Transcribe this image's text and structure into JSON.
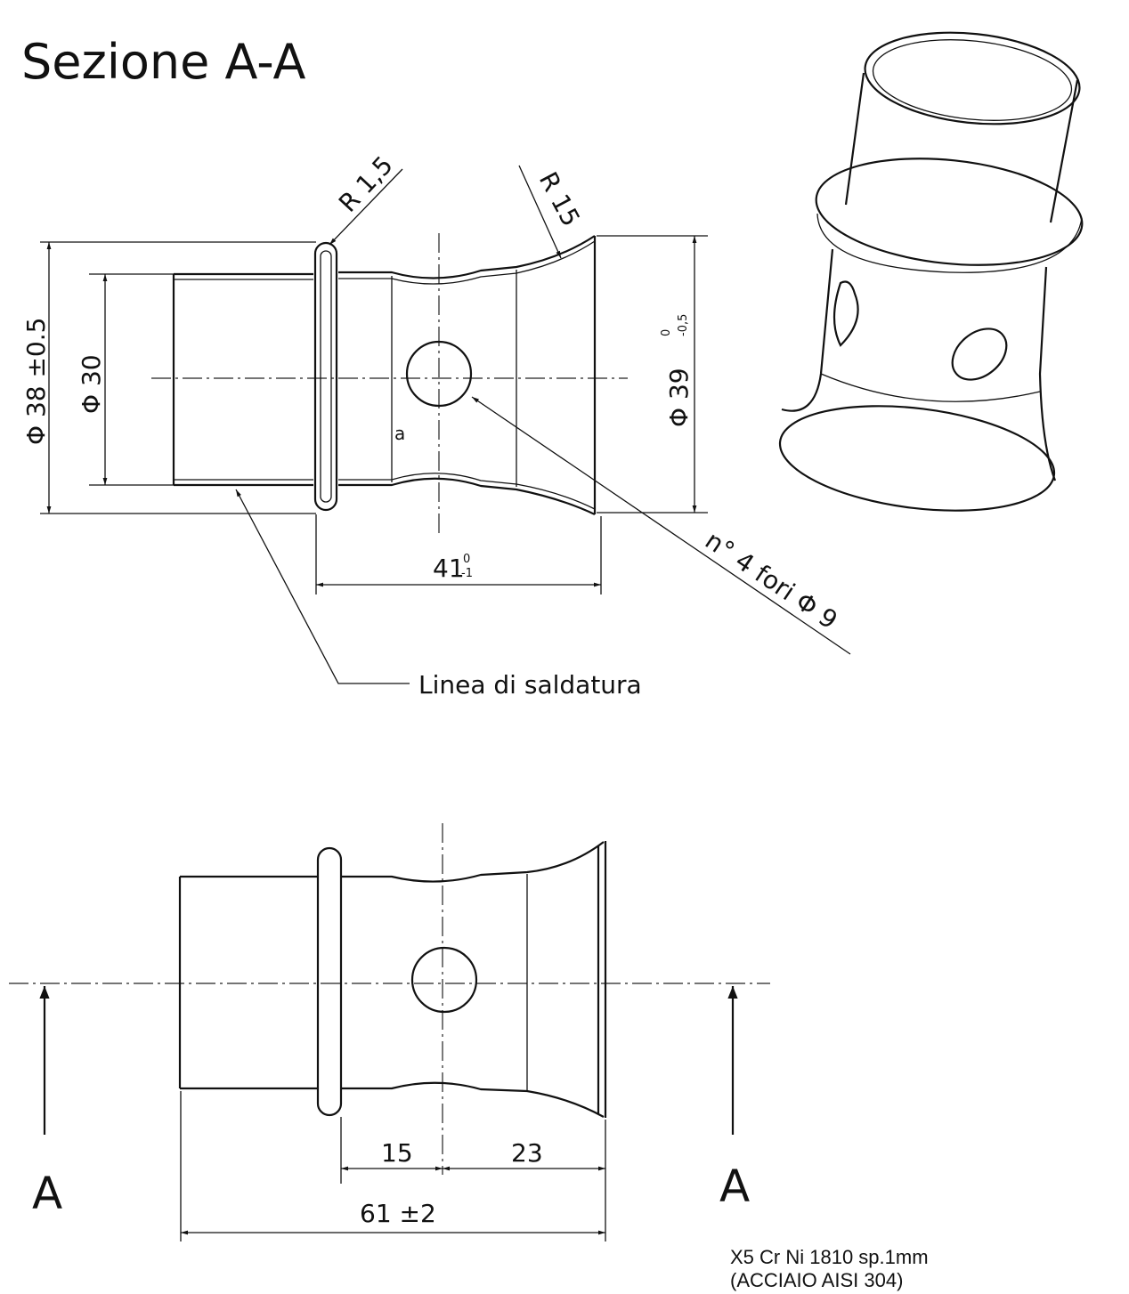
{
  "title": "Sezione A-A",
  "section_view": {
    "dim_outer_diameter": "Φ 38 ±0.5",
    "dim_inner_diameter": "Φ 30",
    "dim_bell_diameter": "Φ 39",
    "dim_bell_tol_upper": "0",
    "dim_bell_tol_lower": "-0,5",
    "dim_length": "41",
    "dim_length_tol_upper": "0",
    "dim_length_tol_lower": "-1",
    "radius_flange": "R 1,5",
    "radius_bell": "R 15",
    "holes_note": "n° 4 fori Φ 9",
    "marker": "a",
    "weld_line_label": "Linea di saldatura"
  },
  "side_view": {
    "dim_a": "15",
    "dim_b": "23",
    "dim_total": "61 ±2",
    "section_label_left": "A",
    "section_label_right": "A"
  },
  "material": {
    "line1": "X5 Cr Ni 1810 sp.1mm",
    "line2": "(ACCIAIO AISI 304)"
  }
}
